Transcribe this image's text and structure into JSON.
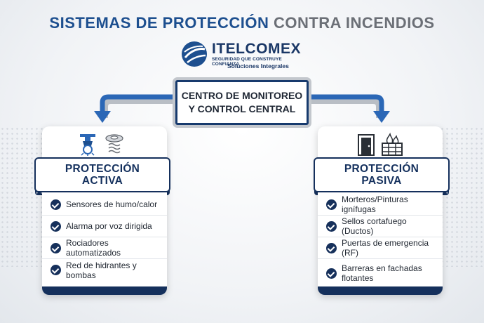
{
  "title": {
    "part1": "SISTEMAS DE PROTECCIÓN",
    "part2": "CONTRA INCENDIOS"
  },
  "logo": {
    "name": "ITELCOMEX",
    "tagline": "SEGURIDAD QUE CONSTRUYE CONFIANZA",
    "subtitle": "Soluciones Integrales"
  },
  "center": {
    "line1": "CENTRO DE MONITOREO",
    "line2": "Y CONTROL CENTRAL"
  },
  "cards": [
    {
      "title_line1": "PROTECCIÓN",
      "title_line2": "ACTIVA",
      "icons": [
        "sprinkler-icon",
        "smoke-detector-icon"
      ],
      "items": [
        "Sensores de humo/calor",
        "Alarma por voz dirigida",
        "Rociadores automatizados",
        "Red de hidrantes y bombas"
      ]
    },
    {
      "title_line1": "PROTECCIÓN",
      "title_line2": "PASIVA",
      "icons": [
        "fire-door-icon",
        "fire-barrier-icon"
      ],
      "items": [
        "Morteros/Pinturas ignífugas",
        "Sellos cortafuego (Ductos)",
        "Puertas de emergencia (RF)",
        "Barreras en fachadas flotantes"
      ]
    }
  ],
  "colors": {
    "navy": "#15305c",
    "blue": "#1d4f8f",
    "grey": "#6b6f76",
    "arrow_blue": "#2b67b6"
  }
}
